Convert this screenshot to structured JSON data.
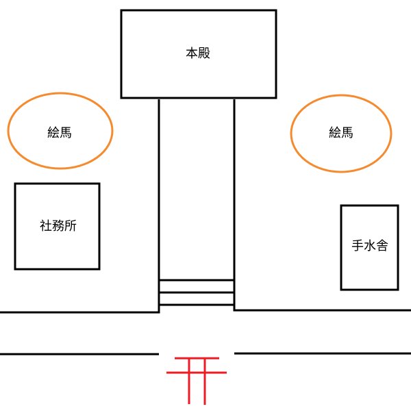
{
  "labels": {
    "honden": "本殿",
    "ema_left": "絵馬",
    "ema_right": "絵馬",
    "shamusho": "社務所",
    "temizuya": "手水舎"
  },
  "colors": {
    "line": "#000000",
    "ema": "#f58a2e",
    "torii": "#ed1c24"
  }
}
